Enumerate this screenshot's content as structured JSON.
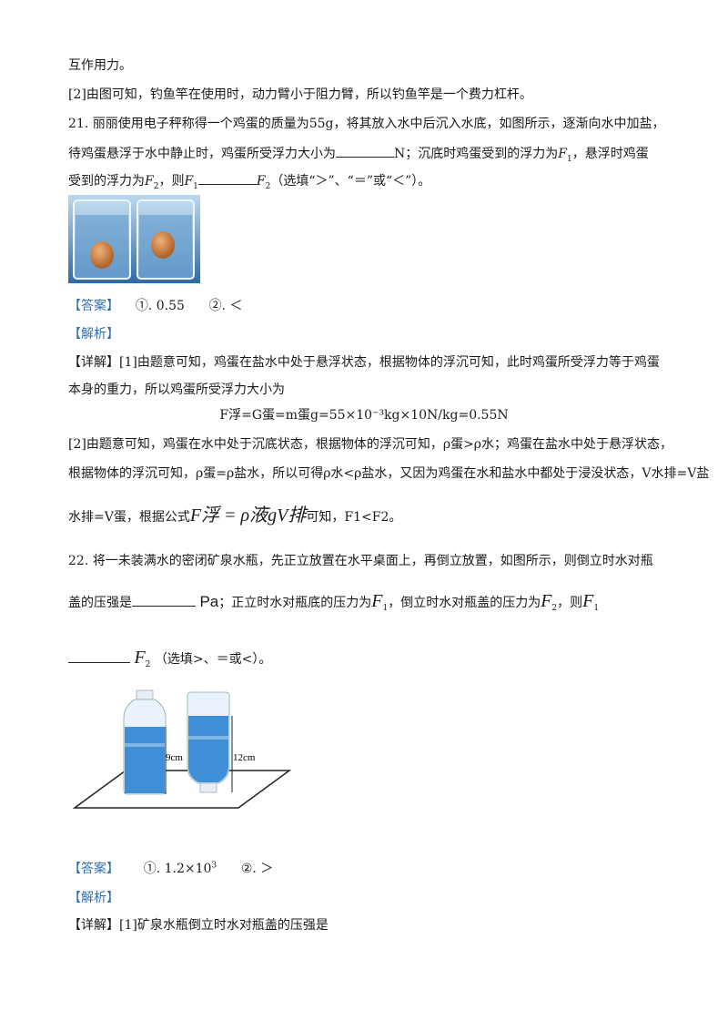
{
  "lines": {
    "l1": "互作用力。",
    "l2": "[2]由图可知，钓鱼竿在使用时，动力臂小于阻力臂，所以钓鱼竿是一个费力杠杆。",
    "q21_a": "21. 丽丽使用电子秤称得一个鸡蛋的质量为55g，将其放入水中后沉入水底，如图所示，逐渐向水中加盐，",
    "q21_b1": "待鸡蛋悬浮于水中静止时，鸡蛋所受浮力大小为",
    "q21_b2": "N；沉底时鸡蛋受到的浮力为",
    "q21_b3": "，悬浮时鸡蛋",
    "q21_c1": "受到的浮力为",
    "q21_c2": "，则",
    "q21_c3": "（选填“＞”、“＝”或“＜”）。",
    "ans_tag": "【答案】",
    "ans21": "①. 0.55      ②. ＜",
    "jx_tag": "【解析】",
    "xq_tag": "【详解】",
    "d1": "[1]由题意可知，鸡蛋在盐水中处于悬浮状态，根据物体的浮沉可知，此时鸡蛋所受浮力等于鸡蛋",
    "d2": "本身的重力，所以鸡蛋所受浮力大小为",
    "formula": "F浮=G蛋=m蛋g=55×10⁻³kg×10N/kg=0.55N",
    "d3a": "[2]由题意可知，鸡蛋在水中处于沉底状态，根据物体的浮沉可知，",
    "d3b": "ρ蛋>ρ水；鸡蛋在盐水中处于悬浮状态，",
    "d4a": "根据物体的浮沉可知，",
    "d4b": "ρ蛋=ρ盐水，所以可得ρ水<ρ盐水，又因为鸡蛋在水和盐水中都处于浸没状态，V水排=V盐",
    "d5a": "水排=V蛋，根据公式",
    "d5b": "F浮 = ρ液gV排",
    "d5c": "可知，F1<F2。",
    "q22_a": "22. 将一未装满水的密闭矿泉水瓶，先正立放置在水平桌面上，再倒立放置，如图所示，则倒立时水对瓶",
    "q22_b1": "盖的压强是",
    "q22_b2": "Pa",
    "q22_b3": "；正立时水对瓶底的压力为",
    "q22_b4": "，倒立时水对瓶盖的压力为",
    "q22_b5": "，则",
    "q22_c": "（选填>、＝或<）。",
    "ans22a": "①. 1.2×10",
    "ans22b": "3",
    "ans22c": "②. ＞",
    "d6": "[1]矿泉水瓶倒立时水对瓶盖的压强是"
  },
  "figure2": {
    "label_left": "9cm",
    "label_right": "12cm"
  },
  "colors": {
    "tag": "#2f6fb3",
    "water": "#3f8fd6",
    "beaker_bg": "#6da9d8"
  }
}
